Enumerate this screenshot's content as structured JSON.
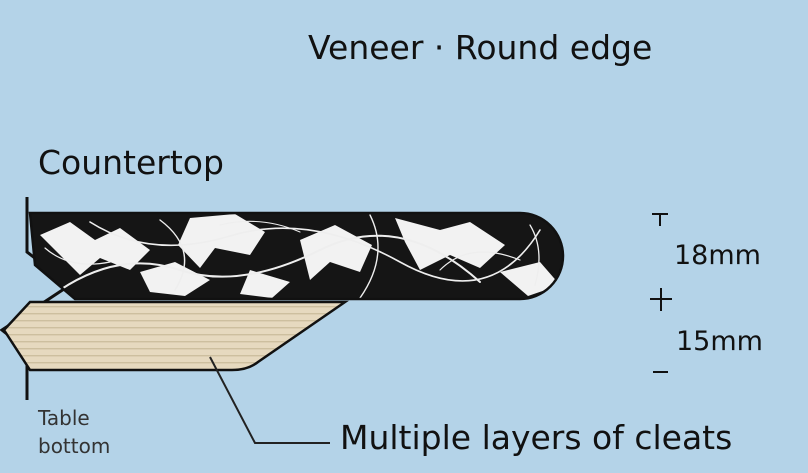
{
  "title": "Veneer · Round edge",
  "labels": {
    "countertop": "Countertop",
    "table_bottom_line1": "Table",
    "table_bottom_line2": "bottom",
    "cleats": "Multiple layers of cleats"
  },
  "dimensions": {
    "top_thickness": "18mm",
    "cleat_thickness": "15mm"
  },
  "colors": {
    "background": "#b4d3e8",
    "marble_dark": "#151515",
    "marble_vein": "#f2f2f2",
    "wood": "#e6d9bf",
    "outline": "#111111"
  }
}
